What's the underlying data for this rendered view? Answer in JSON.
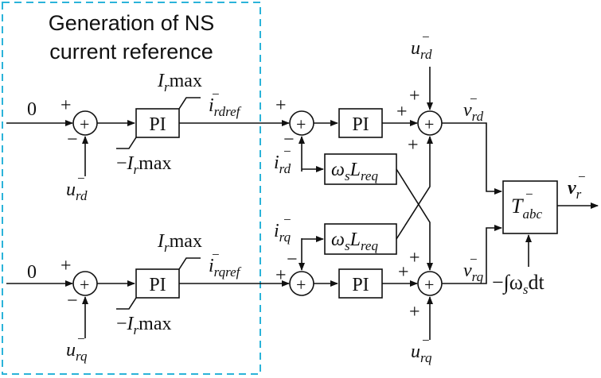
{
  "group": {
    "title_line1": "Generation of NS",
    "title_line2": "current reference",
    "border_color": "#2bb3d9"
  },
  "inputs": {
    "zero_top": "0",
    "zero_bottom": "0"
  },
  "signs": {
    "plus": "+",
    "minus": "−"
  },
  "blocks": {
    "pi": "PI",
    "omega_s": "ω",
    "omega_sub": "s",
    "L": "L",
    "L_sub": "req",
    "T": "T",
    "T_sub": "abc",
    "integral": "−∫ω",
    "integral_sub": "s",
    "integral_tail": "dt"
  },
  "limits": {
    "I": "I",
    "sub": "r",
    "max": "max",
    "minus": "−"
  },
  "signals": {
    "neg": "−",
    "u": "u",
    "i": "i",
    "v": "v",
    "rd": "rd",
    "rq": "rq",
    "rdref": "rdref",
    "rqref": "rqref",
    "r": "r"
  },
  "colors": {
    "line": "#111111",
    "group_border": "#2bb3d9"
  }
}
